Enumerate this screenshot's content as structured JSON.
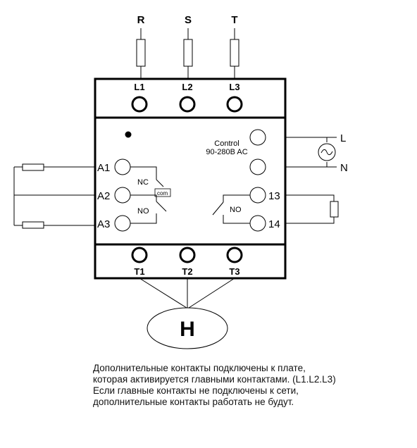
{
  "phases": {
    "r": "R",
    "s": "S",
    "t": "T"
  },
  "inputs": {
    "l1": "L1",
    "l2": "L2",
    "l3": "L3"
  },
  "outputs": {
    "t1": "T1",
    "t2": "T2",
    "t3": "T3"
  },
  "control": {
    "title": "Control",
    "voltage": "90-280B AC",
    "l": "L",
    "n": "N"
  },
  "aux_left": {
    "a1": "A1",
    "a2": "A2",
    "a3": "A3",
    "nc": "NC",
    "com": "com",
    "no": "NO"
  },
  "aux_right": {
    "t13": "13",
    "t14": "14",
    "no": "NO"
  },
  "motor": {
    "label": "H"
  },
  "note": {
    "line1": "Дополнительные контакты  подключены к плате,",
    "line2": "которая активируется главными контактами. (L1.L2.L3)",
    "line3": "Если главные контакты не подключены к сети,",
    "line4": "дополнительные контакты работать не будут."
  }
}
